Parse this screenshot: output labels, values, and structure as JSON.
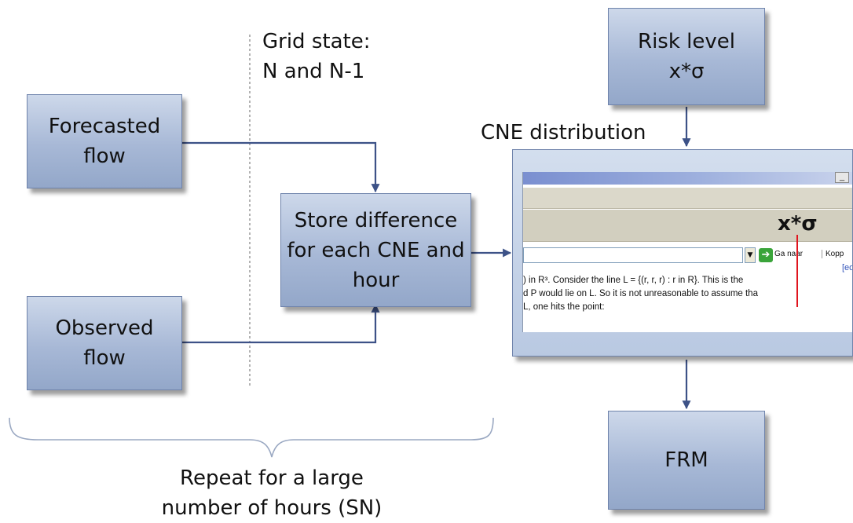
{
  "boxes": {
    "forecasted": {
      "line1": "Forecasted",
      "line2": "flow"
    },
    "observed": {
      "line1": "Observed",
      "line2": "flow"
    },
    "store": {
      "line1": "Store difference",
      "line2": "for each CNE and",
      "line3": "hour"
    },
    "risk": {
      "line1": "Risk level",
      "line2": "x*σ"
    },
    "frm": {
      "label": "FRM"
    }
  },
  "labels": {
    "grid_state_line1": "Grid state:",
    "grid_state_line2": "N and N-1",
    "cne_distribution": "CNE distribution",
    "repeat_line1": "Repeat for a large",
    "repeat_line2": "number of hours (SN)"
  },
  "cne_window": {
    "minimize": "_",
    "x_sigma": "x*σ",
    "go_label": "Ga naar",
    "link_label": "Kopp",
    "edit_label": "[edi",
    "text_line1": ") in R³. Consider the line L = {(r, r, r) : r in R}. This is the",
    "text_line2": "d P would lie on L. So it is not unreasonable to assume tha",
    "text_line3": "L, one hits the point:"
  },
  "colors": {
    "box_fill": "#a7b8d6",
    "box_border": "#6f83ab",
    "arrow": "#3d5287",
    "marker_line": "#e0141e",
    "dotted_line": "#999999",
    "brace": "#9aa8c2"
  }
}
